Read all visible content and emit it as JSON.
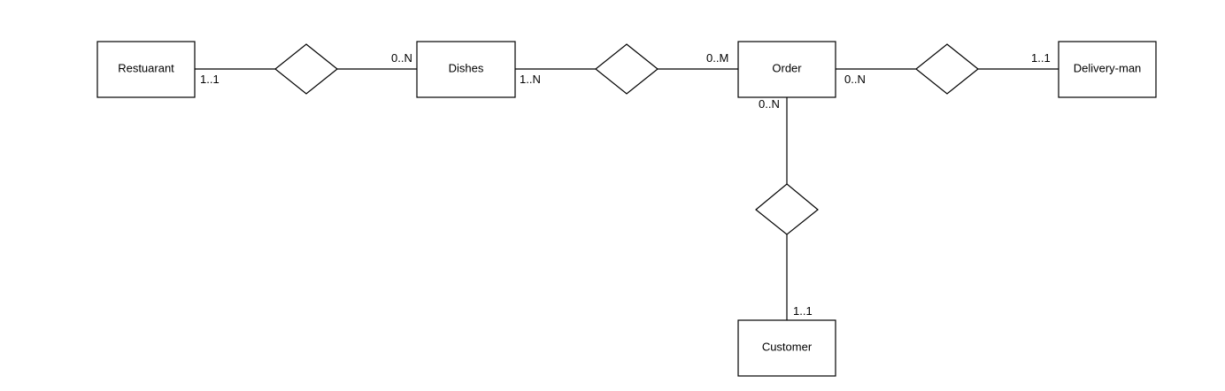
{
  "colors": {
    "background": "#ffffff",
    "stroke": "#000000",
    "text": "#000000"
  },
  "entities": {
    "restaurant": "Restuarant",
    "dishes": "Dishes",
    "order": "Order",
    "delivery_man": "Delivery-man",
    "customer": "Customer"
  },
  "cardinalities": {
    "restaurant_side": "1..1",
    "dishes_from_restaurant": "0..N",
    "dishes_to_order": "1..N",
    "order_from_dishes": "0..M",
    "order_to_delivery": "0..N",
    "delivery_from_order": "1..1",
    "order_to_customer": "0..N",
    "customer_from_order": "1..1"
  }
}
